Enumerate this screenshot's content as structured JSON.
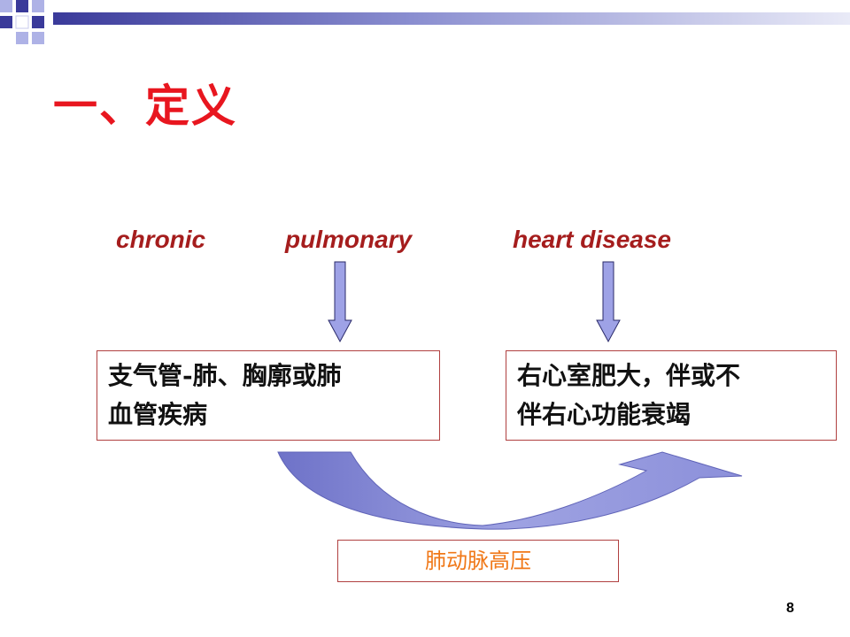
{
  "slide": {
    "title": "一、定义",
    "terms": {
      "chronic": "chronic",
      "pulmonary": "pulmonary",
      "heart_disease": "heart disease"
    },
    "left_box": {
      "line1": "支气管-肺、胸廓或肺",
      "line2": "血管疾病"
    },
    "right_box": {
      "line1": "右心室肥大，伴或不",
      "line2": "伴右心功能衰竭"
    },
    "center_box": "肺动脉高压",
    "page_number": "8"
  },
  "colors": {
    "title": "#e8161f",
    "terms": "#a51d1d",
    "box_border": "#b04040",
    "center_text": "#f07818",
    "arrow_fill": "#7b7fd4",
    "decor_dark": "#3a3a9a",
    "decor_light": "#aeb2e6"
  }
}
